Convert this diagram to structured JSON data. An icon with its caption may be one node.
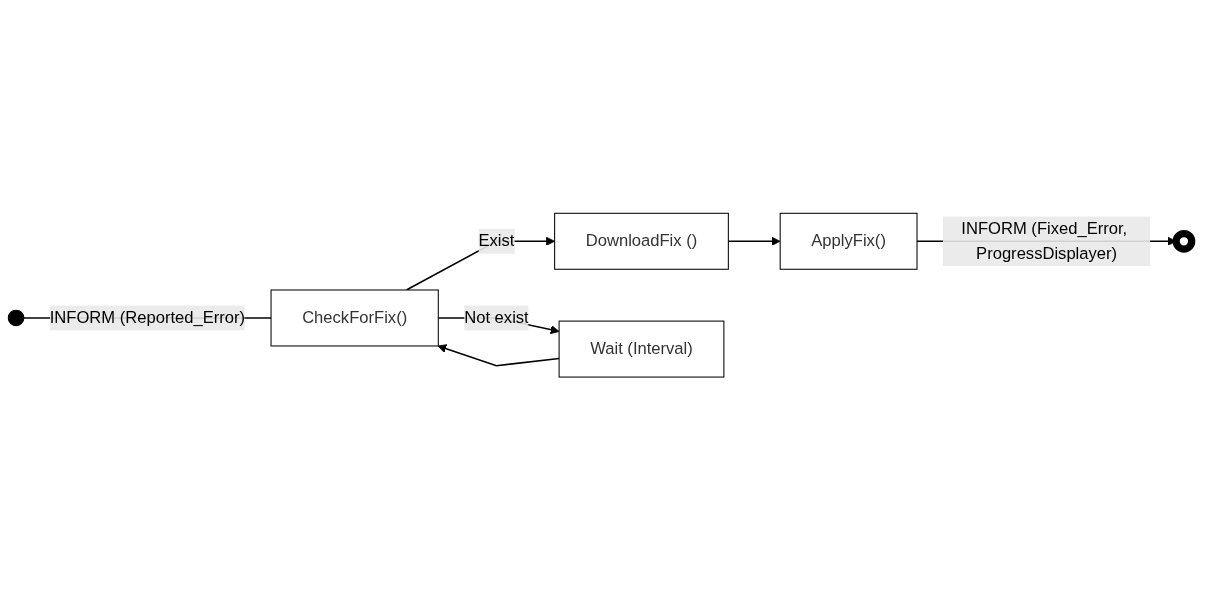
{
  "diagram": {
    "nodes": [
      {
        "text": [],
        "shape": "circle"
      },
      {
        "text": [
          "CheckForFix()"
        ]
      },
      {
        "text": [
          "DownloadFix ()"
        ]
      },
      {
        "text": [
          "Wait (Interval)"
        ]
      },
      {
        "text": [
          "ApplyFix()"
        ]
      },
      {
        "text": [],
        "shape": "circle"
      }
    ],
    "edges": [
      {
        "from": 0,
        "to": 1,
        "arrow": "none",
        "label": "INFORM (Reported_Error)"
      },
      {
        "from": 1,
        "to": 2,
        "arrow": "to",
        "label": "Exist"
      },
      {
        "from": 1,
        "to": 3,
        "arrow": "to",
        "label": "Not exist"
      },
      {
        "from": 3,
        "to": 1,
        "arrow": "to"
      },
      {
        "from": 2,
        "to": 4,
        "arrow": "to"
      },
      {
        "from": 4,
        "to": 5,
        "arrow": "to",
        "label": "INFORM (Fixed_Error, ProgressDisplayer)"
      }
    ]
  }
}
